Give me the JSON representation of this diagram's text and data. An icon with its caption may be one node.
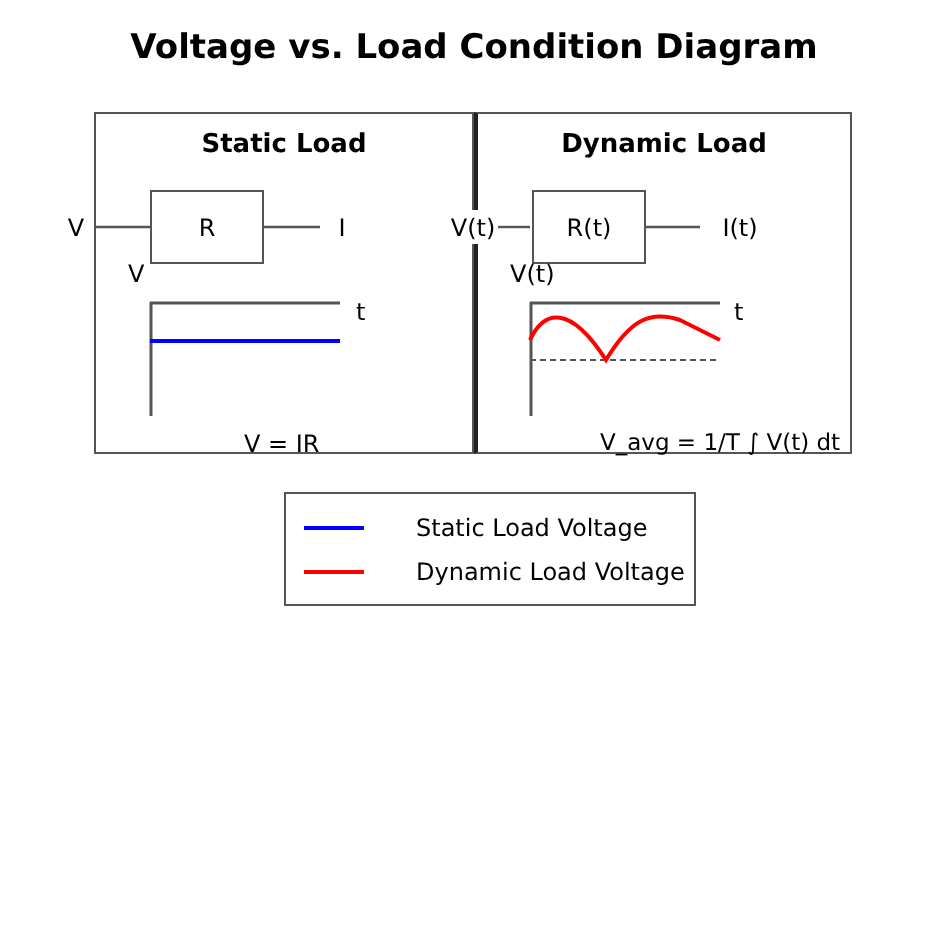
{
  "diagram": {
    "title": "Voltage vs. Load Condition Diagram",
    "nodes": [
      {
        "text": [
          "Static Load"
        ]
      },
      {
        "text": [
          "R"
        ],
        "in": 0
      },
      {
        "text": [
          "V"
        ]
      },
      {
        "text": [
          "I"
        ],
        "in": 0
      },
      {
        "text": [
          "Dynamic Load"
        ]
      },
      {
        "text": [
          "R(t)"
        ],
        "in": 4
      },
      {
        "text": [
          "V(t)"
        ]
      },
      {
        "text": [
          "I(t)"
        ],
        "in": 4
      }
    ],
    "edges": [
      {
        "from": 2,
        "to": 1,
        "arrow": "none"
      },
      {
        "from": 1,
        "to": 3,
        "arrow": "none"
      },
      {
        "from": 6,
        "to": 5,
        "arrow": "none"
      },
      {
        "from": 5,
        "to": 7,
        "arrow": "none"
      }
    ],
    "labels": [
      "V",
      "t",
      "V = IR",
      "V(t)",
      "t",
      "V_avg = 1/T ∫ V(t) dt"
    ],
    "legend": [
      {
        "text": "Static Load Voltage",
        "color": "#0000ff"
      },
      {
        "text": "Dynamic Load Voltage",
        "color": "#ff0000"
      }
    ]
  }
}
